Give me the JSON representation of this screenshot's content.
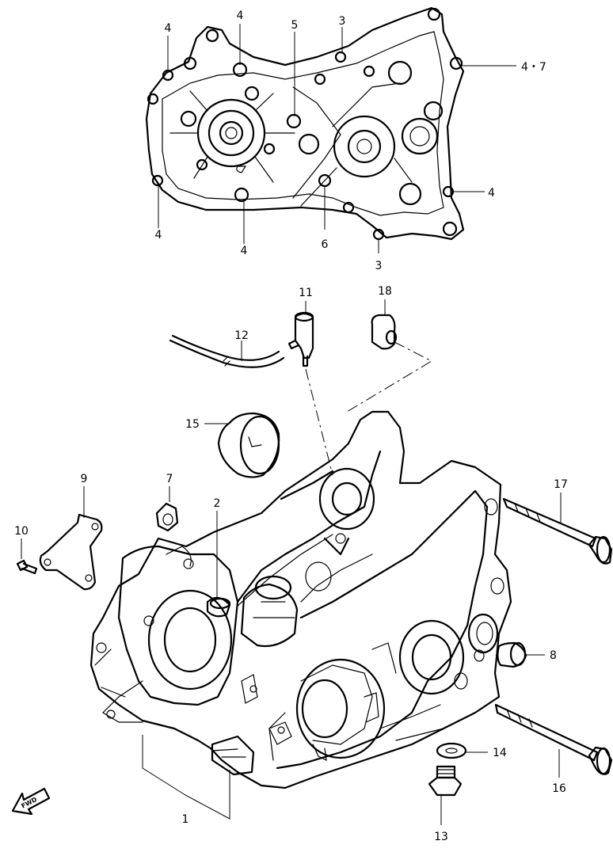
{
  "callouts": {
    "c_cover_4a": "4",
    "c_cover_4b": "4",
    "c_cover_5": "5",
    "c_cover_3a": "3",
    "c_cover_47": "4・7",
    "c_cover_4c": "4",
    "c_cover_4d": "4",
    "c_cover_4e": "4",
    "c_cover_6": "6",
    "c_cover_3b": "3",
    "c_11": "11",
    "c_18": "18",
    "c_12": "12",
    "c_15": "15",
    "c_9": "9",
    "c_7": "7",
    "c_2": "2",
    "c_10": "10",
    "c_17": "17",
    "c_8": "8",
    "c_14": "14",
    "c_16": "16",
    "c_1": "1",
    "c_13": "13"
  },
  "fwd_arrow": {
    "text": "FWD"
  }
}
